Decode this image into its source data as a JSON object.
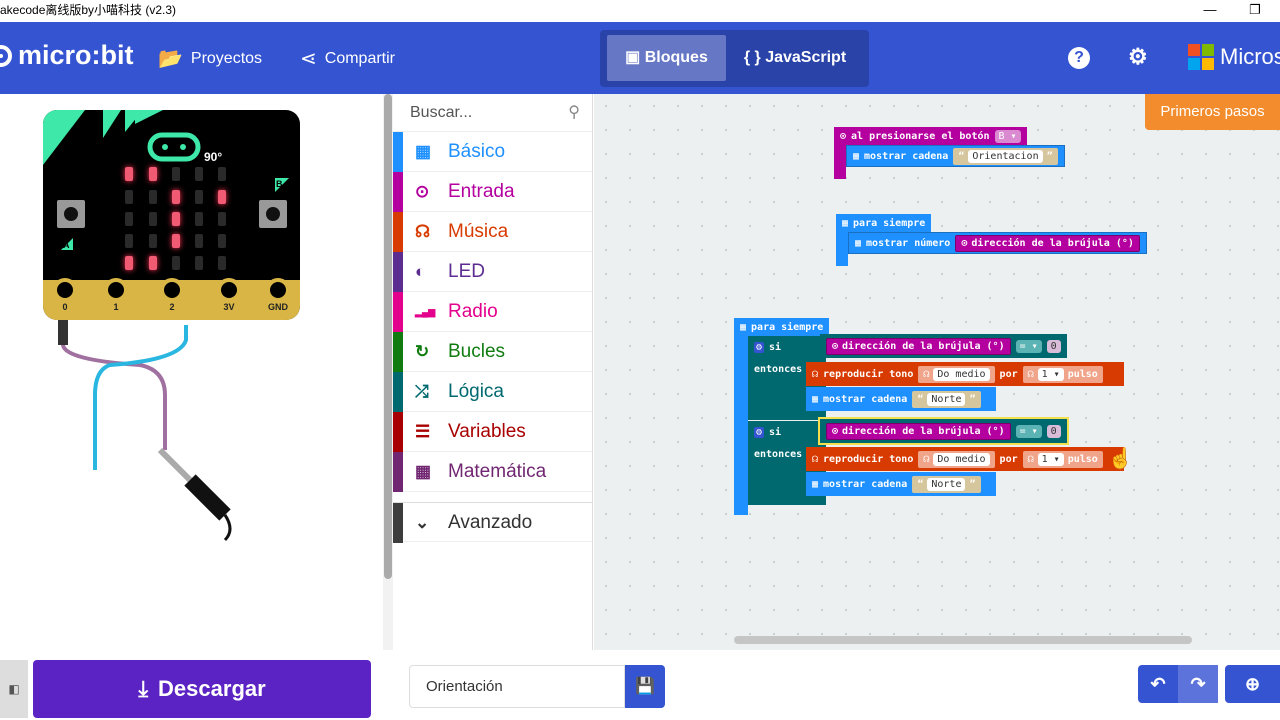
{
  "window": {
    "title": "akecode离线版by小喵科技 (v2.3)",
    "minimize": "—",
    "restore": "❐"
  },
  "header": {
    "logo": "micro:bit",
    "projects": "Proyectos",
    "share": "Compartir",
    "blocks_tab": "Bloques",
    "js_tab": "{ } JavaScript",
    "help": "?",
    "settings": "⚙",
    "brand": "Micros",
    "color": "#3454d1"
  },
  "simulator": {
    "heading": "90°",
    "button_a": "A",
    "button_b": "B",
    "pins": [
      "0",
      "1",
      "2",
      "3V",
      "GND"
    ],
    "leds": [
      [
        1,
        1,
        0,
        0,
        0
      ],
      [
        0,
        0,
        1,
        0,
        1
      ],
      [
        0,
        0,
        1,
        0,
        0
      ],
      [
        0,
        0,
        1,
        0,
        0
      ],
      [
        1,
        1,
        0,
        0,
        0
      ]
    ]
  },
  "toolbox": {
    "search_placeholder": "Buscar...",
    "categories": [
      {
        "label": "Básico",
        "icon": "grid",
        "color": "#1e90ff"
      },
      {
        "label": "Entrada",
        "icon": "target",
        "color": "#b4009e"
      },
      {
        "label": "Música",
        "icon": "headphones",
        "color": "#d83b01"
      },
      {
        "label": "LED",
        "icon": "toggle",
        "color": "#5c2d91"
      },
      {
        "label": "Radio",
        "icon": "signal",
        "color": "#e3008c"
      },
      {
        "label": "Bucles",
        "icon": "refresh",
        "color": "#107c10"
      },
      {
        "label": "Lógica",
        "icon": "shuffle",
        "color": "#006970"
      },
      {
        "label": "Variables",
        "icon": "list",
        "color": "#a80000"
      },
      {
        "label": "Matemática",
        "icon": "calculator",
        "color": "#712672"
      },
      {
        "label": "Avanzado",
        "icon": "chevron-down",
        "color": "#3c3c3c"
      }
    ]
  },
  "workspace": {
    "getting_started": "Primeros pasos",
    "b1": {
      "event": "al presionarse el botón",
      "button": "B ▾",
      "show": "mostrar cadena",
      "text": "Orientacion"
    },
    "b2": {
      "loop": "para siempre",
      "show": "mostrar número",
      "compass": "dirección de la brújula (°)"
    },
    "b3": {
      "loop": "para siempre",
      "if": "si",
      "then": "entonces",
      "compass": "dirección de la brújula (°)",
      "op": "= ▾",
      "value": "0",
      "play": "reproducir tono",
      "note": "Do medio",
      "for": "por",
      "beat": "1 ▾",
      "beat_unit": "pulso",
      "show": "mostrar cadena",
      "text": "Norte"
    }
  },
  "bottom": {
    "download": "Descargar",
    "project_name": "Orientación"
  }
}
